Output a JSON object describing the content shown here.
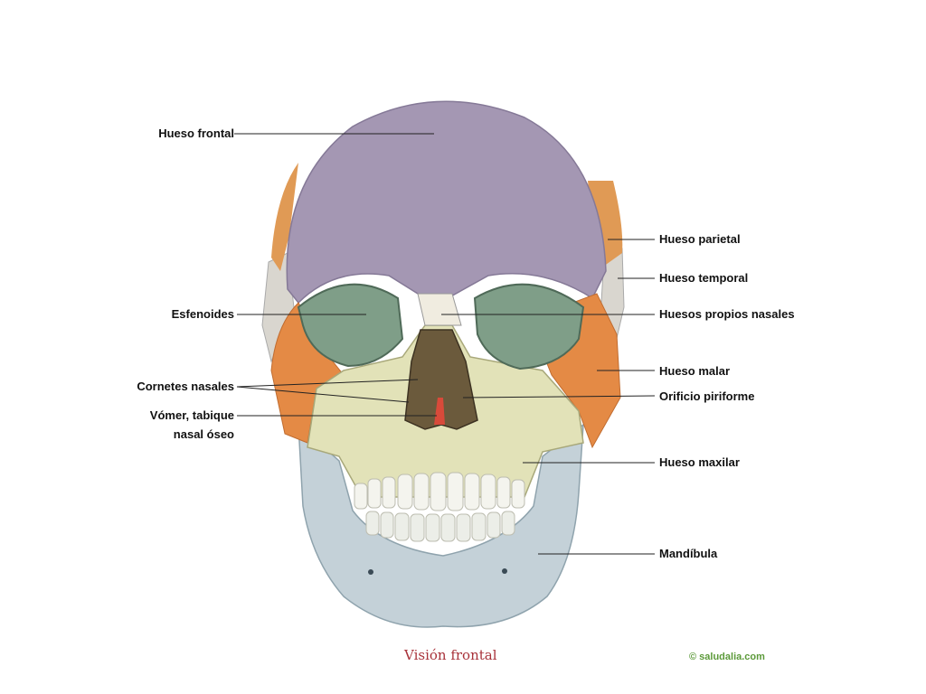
{
  "labels": {
    "hueso_frontal": "Hueso frontal",
    "esfenoides": "Esfenoides",
    "cornetes_nasales": "Cornetes nasales",
    "vomer_line1": "Vómer, tabique",
    "vomer_line2": "nasal óseo",
    "hueso_parietal": "Hueso parietal",
    "hueso_temporal": "Hueso temporal",
    "huesos_propios_nasales": "Huesos propios nasales",
    "hueso_malar": "Hueso malar",
    "orificio_piriforme": "Orificio piriforme",
    "hueso_maxilar": "Hueso maxilar",
    "mandibula": "Mandíbula"
  },
  "caption": "Visión frontal",
  "credit": "© saludalia.com",
  "colors": {
    "frontal": "#a497b3",
    "parietal": "#e09a55",
    "temporal": "#d9d6cf",
    "malar": "#e48a45",
    "maxilar": "#e2e2b8",
    "mandibula": "#c4d1d8",
    "orbit": "#7f9e88",
    "nasal_cavity": "#6b5a3c",
    "vomer": "#d84a3a",
    "caption": "#a8323a",
    "credit": "#5c9a3a"
  }
}
